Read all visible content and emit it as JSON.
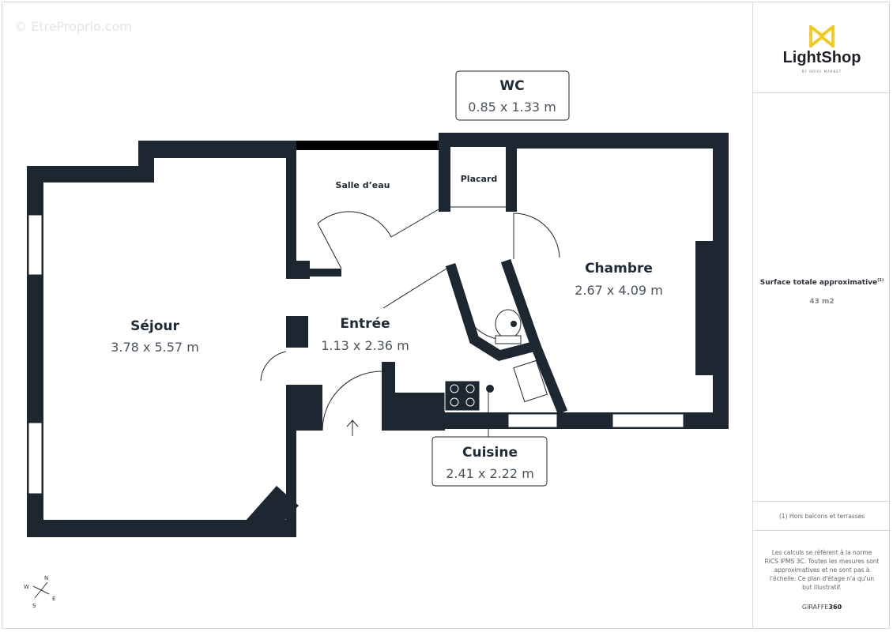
{
  "watermark": "© EtreProprio.com",
  "colors": {
    "wall": "#1d2732",
    "accent_logo": "#f2c81e",
    "text": "#1e2a36",
    "dims": "#4a5560"
  },
  "rooms": [
    {
      "name": "Séjour",
      "dims": "3.78 x 5.57 m"
    },
    {
      "name": "Entrée",
      "dims": "1.13 x 2.36 m"
    },
    {
      "name": "Chambre",
      "dims": "2.67 x 4.09 m"
    },
    {
      "name": "Salle d’eau"
    },
    {
      "name": "Placard"
    },
    {
      "name": "WC",
      "dims": "0.85 x 1.33 m"
    },
    {
      "name": "Cuisine",
      "dims": "2.41 x 2.22 m"
    }
  ],
  "compass": {
    "n": "N",
    "e": "E",
    "s": "S",
    "w": "W"
  },
  "sidebar": {
    "logo_name": "LightShop",
    "logo_tagline": "BY ORIGI MARKET",
    "surface_label": "Surface totale approximative",
    "surface_note_ref": "(1)",
    "surface_value": "43 m2",
    "footnote": "(1) Hors balcons et terrasses",
    "disclaimer": "Les calculs se réfèrent à la norme RICS IPMS 3C. Toutes les mesures sont approximatives et ne sont pas à l'échelle. Ce plan d'étage n'a qu'un but illustratif.",
    "brand_a": "GIRAFFE",
    "brand_b": "360"
  }
}
